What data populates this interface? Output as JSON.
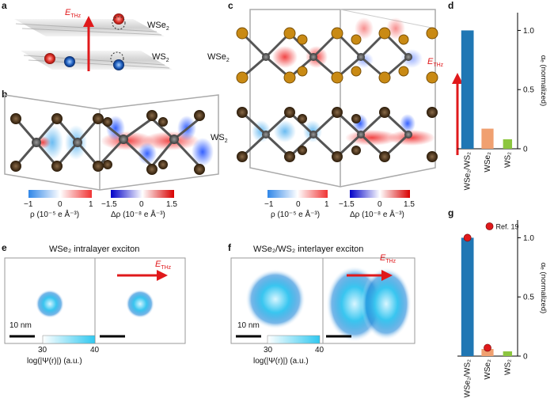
{
  "panels": {
    "a": {
      "label": "a",
      "field": {
        "E": "E",
        "sub": "THz"
      },
      "layer_top": {
        "text": "WSe",
        "sub": "2"
      },
      "layer_bottom": {
        "text": "WS",
        "sub": "2"
      }
    },
    "b": {
      "label": "b",
      "colorbar_rho": {
        "ticks": [
          "−1",
          "0",
          "1"
        ],
        "label": "ρ (10⁻⁵ e Å⁻³)"
      },
      "colorbar_drho": {
        "ticks": [
          "−1.5",
          "0",
          "1.5"
        ],
        "label": "Δρ (10⁻⁸ e Å⁻³)"
      }
    },
    "c": {
      "label": "c",
      "layer_top": {
        "text": "WSe",
        "sub": "2"
      },
      "layer_bottom": {
        "text": "WS",
        "sub": "2"
      },
      "field": {
        "E": "E",
        "sub": "THz"
      },
      "colorbar_rho": {
        "ticks": [
          "−1",
          "0",
          "1"
        ],
        "label": "ρ (10⁻⁵ e Å⁻³)"
      },
      "colorbar_drho": {
        "ticks": [
          "−1.5",
          "0",
          "1.5"
        ],
        "label": "Δρ (10⁻⁸ e Å⁻³)"
      }
    },
    "e": {
      "label": "e",
      "title": "WSe₂ intralayer exciton",
      "field": {
        "E": "E",
        "sub": "THz"
      },
      "scalebar": "10 nm",
      "colorbar": {
        "ticks": [
          "30",
          "40"
        ],
        "label": "log(|Ψ(r)|) (a.u.)"
      }
    },
    "f": {
      "label": "f",
      "title": "WSe₂/WS₂ interlayer exciton",
      "field": {
        "E": "E",
        "sub": "THz"
      },
      "scalebar": "10 nm",
      "colorbar": {
        "ticks": [
          "30",
          "40"
        ],
        "label": "log(|Ψ(r)|) (a.u.)"
      }
    }
  },
  "chart_data": [
    {
      "panel": "d",
      "type": "bar",
      "categories": [
        "WSe₂/WS₂",
        "WSe₂",
        "WS₂"
      ],
      "values": [
        1.0,
        0.17,
        0.08
      ],
      "colors": [
        "#1f77b4",
        "#f0a070",
        "#8cc63f"
      ],
      "ylabel": "αₑ (normalized)",
      "ylim": [
        0,
        1.15
      ],
      "yticks": [
        "0",
        "0.5",
        "1.0"
      ],
      "axis_side": "right"
    },
    {
      "panel": "g",
      "type": "bar",
      "categories": [
        "WSe₂/WS₂",
        "WSe₂",
        "WS₂"
      ],
      "values": [
        1.0,
        0.06,
        0.04
      ],
      "colors": [
        "#1f77b4",
        "#f0a070",
        "#8cc63f"
      ],
      "ylabel": "αₑ (normalized)",
      "ylim": [
        0,
        1.15
      ],
      "yticks": [
        "0",
        "0.5",
        "1.0"
      ],
      "axis_side": "right",
      "reference": {
        "label": "Ref. 19",
        "values": [
          1.0,
          0.07,
          null
        ]
      }
    }
  ]
}
